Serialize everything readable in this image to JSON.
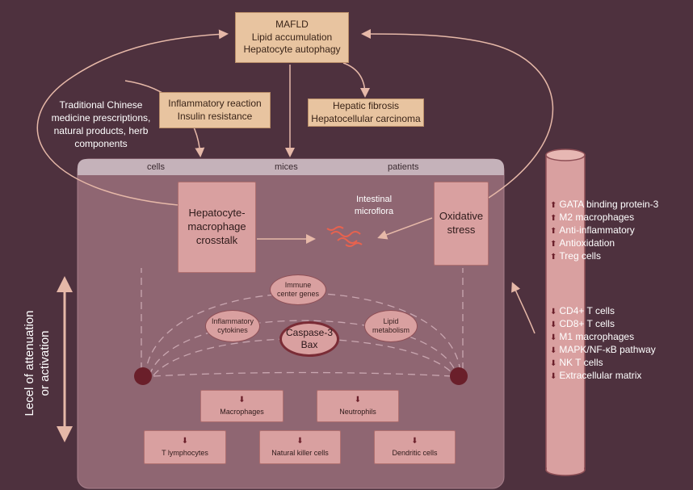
{
  "top_box": {
    "line1": "MAFLD",
    "line2": "Lipid accumulation",
    "line3": "Hepatocyte autophagy"
  },
  "inflammatory_box": {
    "line1": "Inflammatory reaction",
    "line2": "Insulin resistance"
  },
  "fibrosis_box": {
    "line1": "Hepatic fibrosis",
    "line2": "Hepatocellular carcinoma"
  },
  "tcm_label": {
    "line1": "Traditional Chinese",
    "line2": "medicine  prescriptions,",
    "line3": "natural products, herb",
    "line4": "components"
  },
  "panel_header": {
    "cells": "cells",
    "mices": "mices",
    "patients": "patients"
  },
  "crosstalk_box": {
    "line1": "Hepatocyte-",
    "line2": "macrophage",
    "line3": "crosstalk"
  },
  "microflora_label": {
    "line1": "Intestinal",
    "line2": "microflora"
  },
  "oxidative_box": {
    "line1": "Oxidative",
    "line2": "stress"
  },
  "ellipses": {
    "immune": {
      "line1": "Immune",
      "line2": "center genes"
    },
    "cytokines": {
      "line1": "Inflammatory",
      "line2": "cytokines"
    },
    "caspase": {
      "line1": "Caspase-3",
      "line2": "Bax"
    },
    "lipid": {
      "line1": "Lipid",
      "line2": "metabolism"
    }
  },
  "cell_boxes": {
    "macrophages": "Macrophages",
    "neutrophils": "Neutrophils",
    "t_lymphocytes": "T lymphocytes",
    "nk_cells": "Natural killer cells",
    "dendritic": "Dendritic cells"
  },
  "side_label": {
    "line1": "Lecel of attenuation",
    "line2": "or activation"
  },
  "up_list": [
    "GATA binding protein-3",
    "M2 macrophages",
    "Anti-inflammatory",
    "Antioxidation",
    "Treg cells"
  ],
  "down_list": [
    "CD4+ T cells",
    "CD8+ T cells",
    "M1 macrophages",
    "MAPK/NF-κB pathway",
    "NK T cells",
    "Extracellular matrix"
  ],
  "colors": {
    "background": "#4e313e",
    "panel": "#8f6672",
    "box_fill": "#e8c4a0",
    "inner_fill": "#d9a0a0",
    "dot": "#6a1f2a",
    "up_marker": "#6a1f2a"
  }
}
